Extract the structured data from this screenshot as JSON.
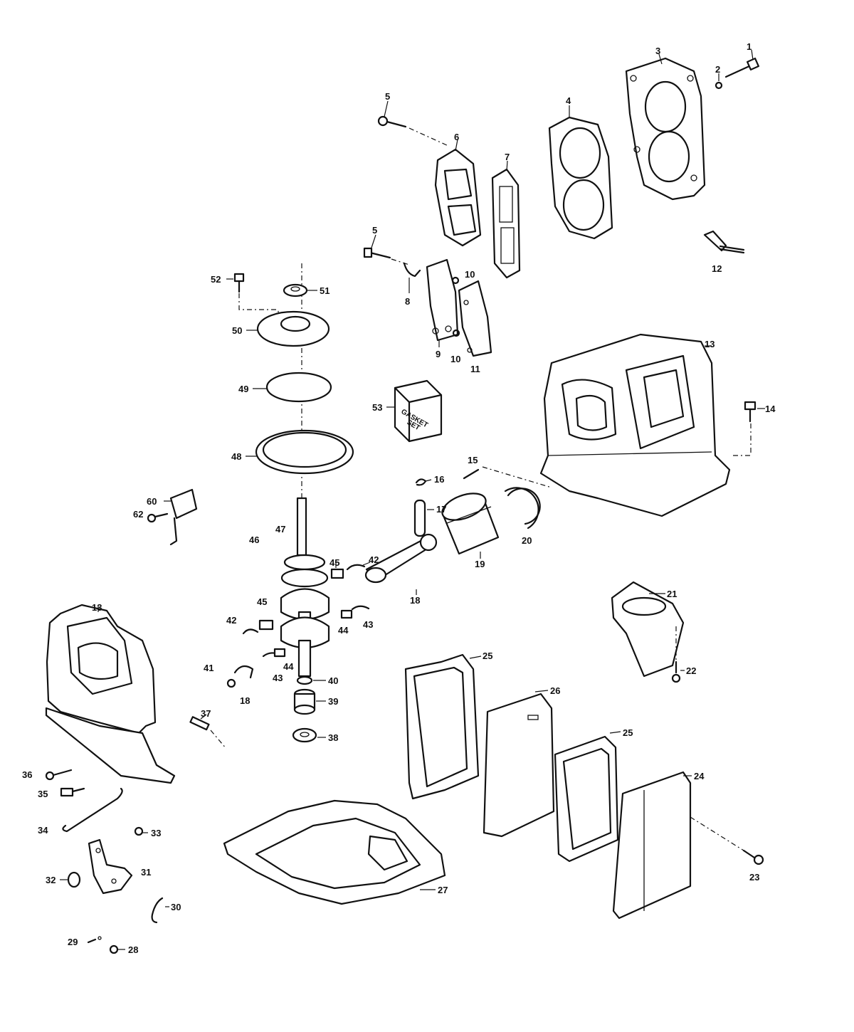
{
  "callouts": [
    {
      "id": "c1",
      "text": "1"
    },
    {
      "id": "c2",
      "text": "2"
    },
    {
      "id": "c3",
      "text": "3"
    },
    {
      "id": "c4",
      "text": "4"
    },
    {
      "id": "c5a",
      "text": "5"
    },
    {
      "id": "c5b",
      "text": "5"
    },
    {
      "id": "c6",
      "text": "6"
    },
    {
      "id": "c7",
      "text": "7"
    },
    {
      "id": "c8",
      "text": "8"
    },
    {
      "id": "c9",
      "text": "9"
    },
    {
      "id": "c10a",
      "text": "10"
    },
    {
      "id": "c10b",
      "text": "10"
    },
    {
      "id": "c11",
      "text": "11"
    },
    {
      "id": "c12",
      "text": "12"
    },
    {
      "id": "c13a",
      "text": "13"
    },
    {
      "id": "c13b",
      "text": "13"
    },
    {
      "id": "c14",
      "text": "14"
    },
    {
      "id": "c15",
      "text": "15"
    },
    {
      "id": "c16",
      "text": "16"
    },
    {
      "id": "c17",
      "text": "17"
    },
    {
      "id": "c18a",
      "text": "18"
    },
    {
      "id": "c18b",
      "text": "18"
    },
    {
      "id": "c19",
      "text": "19"
    },
    {
      "id": "c20",
      "text": "20"
    },
    {
      "id": "c21",
      "text": "21"
    },
    {
      "id": "c22",
      "text": "22"
    },
    {
      "id": "c23",
      "text": "23"
    },
    {
      "id": "c24",
      "text": "24"
    },
    {
      "id": "c25a",
      "text": "25"
    },
    {
      "id": "c25b",
      "text": "25"
    },
    {
      "id": "c26",
      "text": "26"
    },
    {
      "id": "c27",
      "text": "27"
    },
    {
      "id": "c28",
      "text": "28"
    },
    {
      "id": "c29",
      "text": "29"
    },
    {
      "id": "c30",
      "text": "30"
    },
    {
      "id": "c31",
      "text": "31"
    },
    {
      "id": "c32",
      "text": "32"
    },
    {
      "id": "c33",
      "text": "33"
    },
    {
      "id": "c34",
      "text": "34"
    },
    {
      "id": "c35",
      "text": "35"
    },
    {
      "id": "c36",
      "text": "36"
    },
    {
      "id": "c37",
      "text": "37"
    },
    {
      "id": "c38",
      "text": "38"
    },
    {
      "id": "c39",
      "text": "39"
    },
    {
      "id": "c40",
      "text": "40"
    },
    {
      "id": "c41",
      "text": "41"
    },
    {
      "id": "c42a",
      "text": "42"
    },
    {
      "id": "c42b",
      "text": "42"
    },
    {
      "id": "c43a",
      "text": "43"
    },
    {
      "id": "c43b",
      "text": "43"
    },
    {
      "id": "c44a",
      "text": "44"
    },
    {
      "id": "c44b",
      "text": "44"
    },
    {
      "id": "c45a",
      "text": "45"
    },
    {
      "id": "c45b",
      "text": "45"
    },
    {
      "id": "c46",
      "text": "46"
    },
    {
      "id": "c47",
      "text": "47"
    },
    {
      "id": "c48",
      "text": "48"
    },
    {
      "id": "c49",
      "text": "49"
    },
    {
      "id": "c50",
      "text": "50"
    },
    {
      "id": "c51",
      "text": "51"
    },
    {
      "id": "c52",
      "text": "52"
    },
    {
      "id": "c53",
      "text": "53"
    },
    {
      "id": "c60",
      "text": "60"
    },
    {
      "id": "c62",
      "text": "62"
    }
  ],
  "gasket_box": {
    "line1": "GASKET",
    "line2": "SET"
  }
}
